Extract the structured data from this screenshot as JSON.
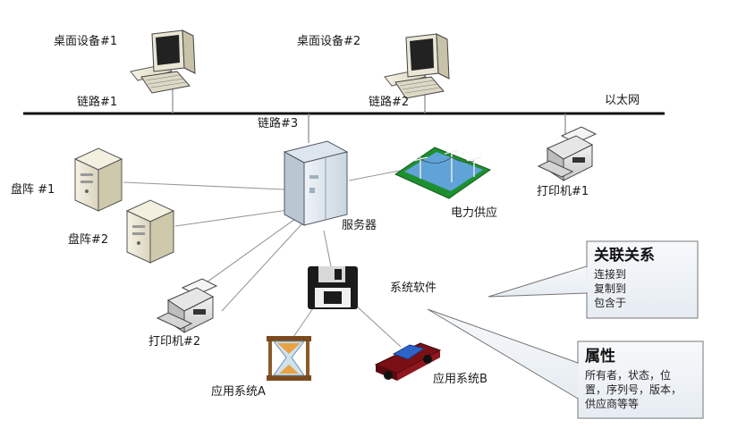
{
  "network": {
    "link1": "链路#1",
    "link2": "链路#2",
    "link3": "链路#3",
    "ethernet": "以太网"
  },
  "nodes": {
    "desktop1": "桌面设备#1",
    "desktop2": "桌面设备#2",
    "server": "服务器",
    "power": "电力供应",
    "printer1": "打印机#1",
    "disk1": "盘阵 #1",
    "disk2": "盘阵#2",
    "printer2": "打印机#2",
    "software": "系统软件",
    "appA": "应用系统A",
    "appB": "应用系统B"
  },
  "callouts": {
    "relations": {
      "title": "关联关系",
      "lines": [
        "连接到",
        "复制到",
        "包含于"
      ]
    },
    "attributes": {
      "title": "属性",
      "lines": [
        "所有者，状态，位",
        "置，序列号，版本，",
        "供应商等等"
      ]
    }
  }
}
